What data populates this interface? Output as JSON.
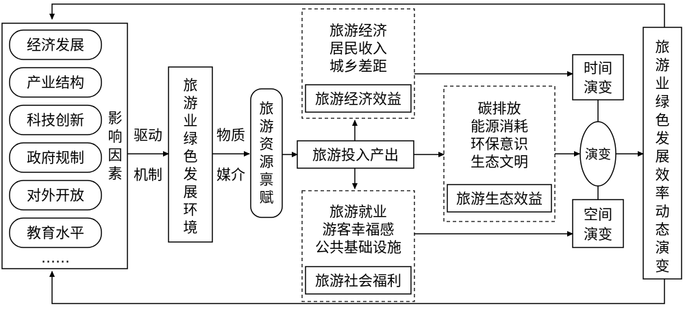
{
  "factors": {
    "items": [
      "经济发展",
      "产业结构",
      "科技创新",
      "政府规制",
      "对外开放",
      "教育水平"
    ],
    "more": "……",
    "side_label": "影响因素"
  },
  "drive": {
    "top": "驱动",
    "bottom": "机制"
  },
  "environment": {
    "label": "旅游业绿色发展环境"
  },
  "medium": {
    "top": "物质",
    "bottom": "媒介"
  },
  "endowment": {
    "label": "旅游资源禀赋"
  },
  "center": {
    "label": "旅游投入产出"
  },
  "economic": {
    "lines": [
      "旅游经济",
      "居民收入",
      "城乡差距"
    ],
    "title": "旅游经济效益"
  },
  "social": {
    "lines": [
      "旅游就业",
      "游客幸福感",
      "公共基础设施"
    ],
    "title": "旅游社会福利"
  },
  "ecological": {
    "lines": [
      "碳排放",
      "能源消耗",
      "环保意识",
      "生态文明"
    ],
    "title": "旅游生态效益"
  },
  "evolution": {
    "time": [
      "时间",
      "演变"
    ],
    "center": "演变",
    "space": [
      "空间",
      "演变"
    ]
  },
  "result": {
    "label": "旅游业绿色发展效率动态演变"
  }
}
